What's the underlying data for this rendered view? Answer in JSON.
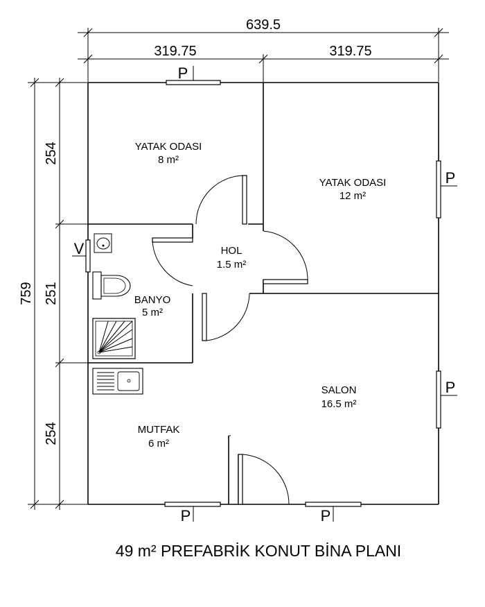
{
  "title": "49 m² PREFABRİK KONUT BİNA PLANI",
  "dimensions": {
    "total_width": "639.5",
    "left_width": "319.75",
    "right_width": "319.75",
    "total_height": "759",
    "seg_top": "254",
    "seg_mid": "251",
    "seg_bottom": "254"
  },
  "rooms": {
    "bedroom1": {
      "name": "YATAK ODASI",
      "area": "8 m²"
    },
    "bedroom2": {
      "name": "YATAK ODASI",
      "area": "12 m²"
    },
    "hall": {
      "name": "HOL",
      "area": "1.5 m²"
    },
    "bathroom": {
      "name": "BANYO",
      "area": "5 m²"
    },
    "kitchen": {
      "name": "MUTFAK",
      "area": "6 m²"
    },
    "living": {
      "name": "SALON",
      "area": "16.5 m²"
    }
  },
  "window_label": "P",
  "vent_label": "V"
}
